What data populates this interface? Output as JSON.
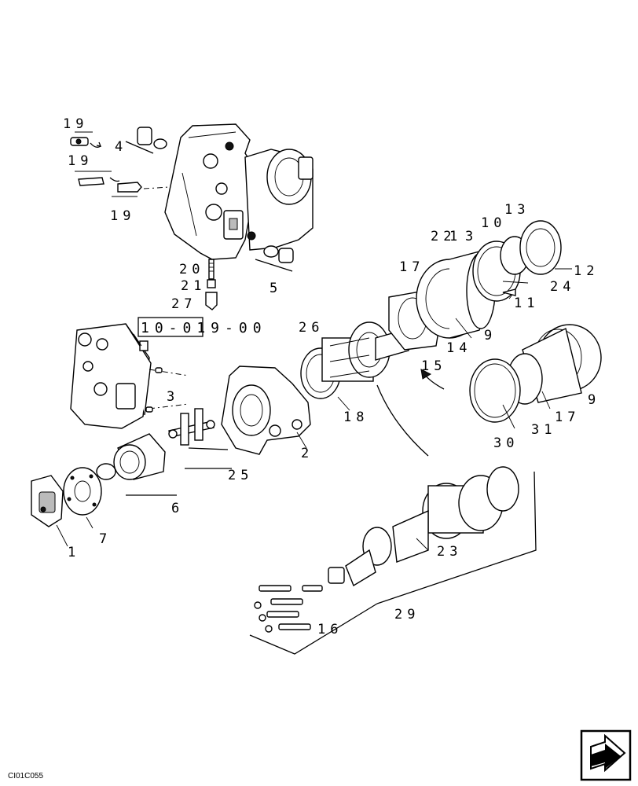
{
  "callouts": [
    "19",
    "19",
    "19",
    "4",
    "5",
    "20",
    "21",
    "27",
    "13",
    "10",
    "3",
    "22",
    "1",
    "12",
    "17",
    "24",
    "11",
    "26",
    "14",
    "9",
    "15",
    "9",
    "17",
    "31",
    "30",
    "18",
    "3",
    "2",
    "25",
    "6",
    "7",
    "1",
    "23",
    "29",
    "16"
  ],
  "reference": "10-019-00",
  "figure_code": "CI01C055",
  "nav_icon": "next-page-arrow-icon"
}
